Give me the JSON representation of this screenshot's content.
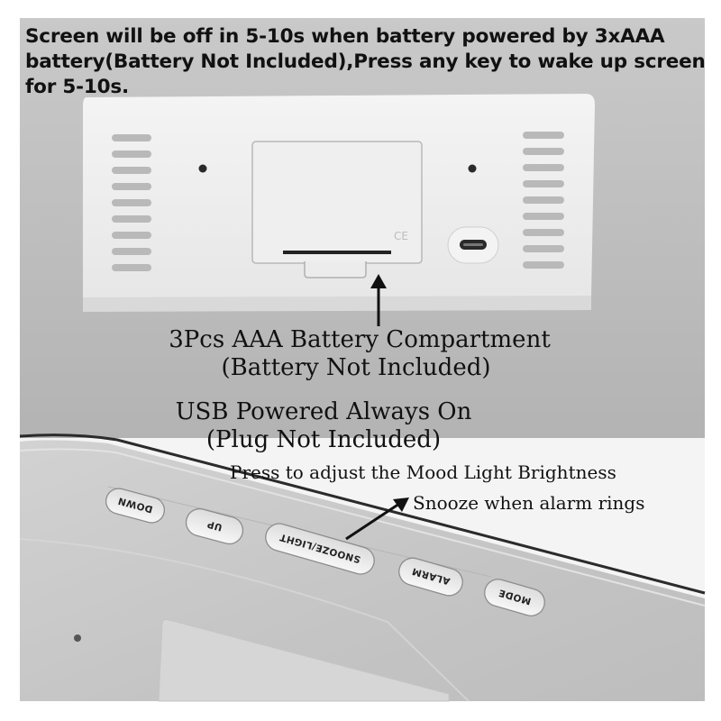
{
  "notes": {
    "power_note": [
      "Screen will be off in 5-10s when battery powered by 3xAAA",
      "battery(Battery Not Included),Press any key to wake up screen",
      "for 5-10s."
    ],
    "battery_compartment": [
      "3Pcs AAA Battery Compartment",
      "(Battery Not Included)"
    ],
    "usb_power": [
      "USB Powered Always On",
      "(Plug Not Included)"
    ],
    "mood_light": "Press to adjust the Mood Light Brightness",
    "snooze": "Snooze when alarm rings"
  },
  "device": {
    "ce_mark": "CE",
    "buttons": [
      "DOWN",
      "UP",
      "SNOOZE/LIGHT",
      "ALARM",
      "MODE"
    ]
  }
}
